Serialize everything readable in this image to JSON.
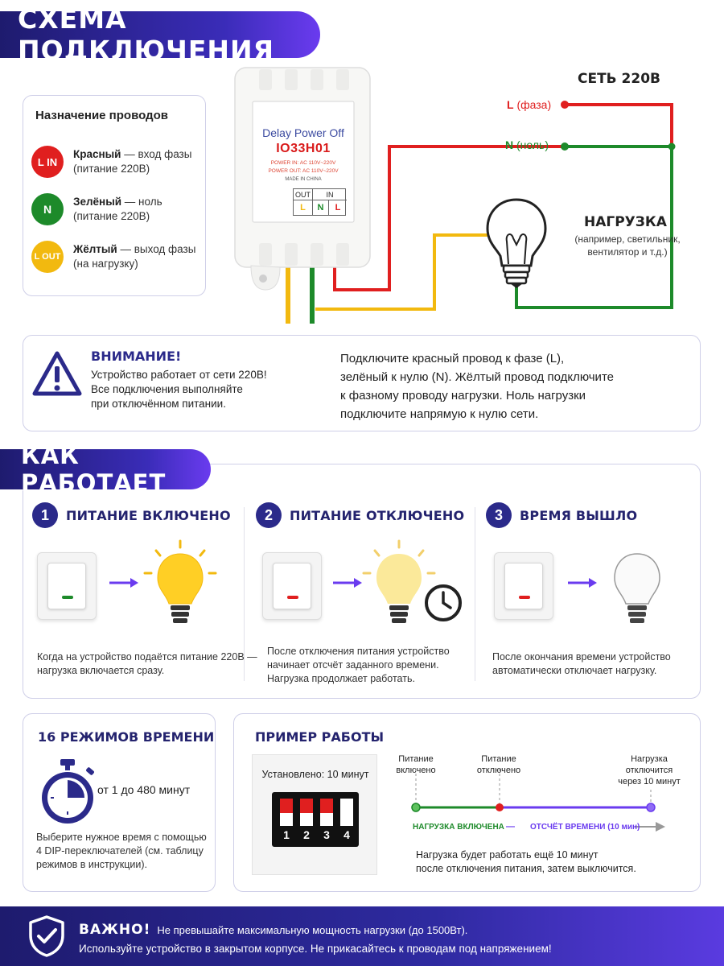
{
  "header": {
    "title": "СХЕМА ПОДКЛЮЧЕНИЯ"
  },
  "device": {
    "title": "Delay Power Off",
    "model": "IO33H01",
    "power_in": "POWER IN: AC 110V~220V",
    "power_out": "POWER OUT: AC 110V~220V",
    "made_in": "MADE IN CHINA",
    "terminals_out": "OUT",
    "terminals_in": "IN",
    "term_l_out": "L",
    "term_n": "N",
    "term_l": "L"
  },
  "legend": {
    "title": "Назначение проводов",
    "items": [
      {
        "badge": "L IN",
        "name": "Красный",
        "text": " — вход фазы",
        "sub": "(питание 220В)",
        "color": "#e01f1f"
      },
      {
        "badge": "N",
        "name": "Зелёный",
        "text": " — ноль",
        "sub": "(питание 220В)",
        "color": "#1d8a2a"
      },
      {
        "badge": "L OUT",
        "name": "Жёлтый",
        "text": " — выход фазы",
        "sub": "(на нагрузку)",
        "color": "#f2b90f"
      }
    ]
  },
  "network": {
    "title": "СЕТЬ 220В",
    "l_letter": "L",
    "l_text": "(фаза)",
    "n_letter": "N",
    "n_text": "(ноль)"
  },
  "load": {
    "title": "НАГРУЗКА",
    "line1": "(например, светильник,",
    "line2": "вентилятор и т.д.)"
  },
  "warning": {
    "title": "ВНИМАНИЕ!",
    "line1": "Устройство работает от сети 220В!",
    "line2": "Все подключения выполняйте",
    "line3": "при отключённом питании.",
    "right1": "Подключите красный провод к фазе (L),",
    "right2": "зелёный к нулю (N). Жёлтый провод подключите",
    "right3": "к фазному проводу нагрузки. Ноль нагрузки",
    "right4": "подключите напрямую к нулю сети."
  },
  "how": {
    "title": "КАК РАБОТАЕТ",
    "steps": [
      {
        "num": "1",
        "title": "ПИТАНИЕ ВКЛЮЧЕНО",
        "line1": "Когда на устройство подаётся питание 220В —",
        "line2": "нагрузка включается сразу.",
        "line3": ""
      },
      {
        "num": "2",
        "title": "ПИТАНИЕ ОТКЛЮЧЕНО",
        "line1": "После отключения питания устройство",
        "line2": "начинает отсчёт заданного времени.",
        "line3": "Нагрузка продолжает работать."
      },
      {
        "num": "3",
        "title": "ВРЕМЯ ВЫШЛО",
        "line1": "После окончания времени устройство",
        "line2": "автоматически отключает нагрузку.",
        "line3": ""
      }
    ]
  },
  "modes": {
    "title": "16 РЕЖИМОВ ВРЕМЕНИ",
    "range": "от 1 до 480 минут",
    "line1": "Выберите нужное время с помощью",
    "line2": "4 DIP-переключателей (см. таблицу",
    "line3": "режимов в инструкции)."
  },
  "example": {
    "title": "ПРИМЕР РАБОТЫ",
    "set_label": "Установлено: 10 минут",
    "dip": [
      "1",
      "2",
      "3",
      "4"
    ],
    "p1a": "Питание",
    "p1b": "включено",
    "p2a": "Питание",
    "p2b": "отключено",
    "p3a": "Нагрузка",
    "p3b": "отключится",
    "p3c": "через 10 минут",
    "seg_green": "НАГРУЗКА ВКЛЮЧЕНА",
    "seg_dash": "—",
    "seg_purple": "ОТСЧЁТ ВРЕМЕНИ (10 мин)",
    "note1": "Нагрузка будет работать ещё 10 минут",
    "note2": "после отключения питания, затем выключится."
  },
  "footer": {
    "title": "ВАЖНО!",
    "line1": "Не превышайте максимальную мощность нагрузки (до 1500Вт).",
    "line2": "Используйте устройство в закрытом корпусе. Не прикасайтесь к проводам под напряжением!"
  },
  "colors": {
    "red": "#e01f1f",
    "green": "#1d8a2a",
    "yellow": "#f2b90f",
    "purple": "#6a3bef",
    "navy": "#24236e"
  }
}
